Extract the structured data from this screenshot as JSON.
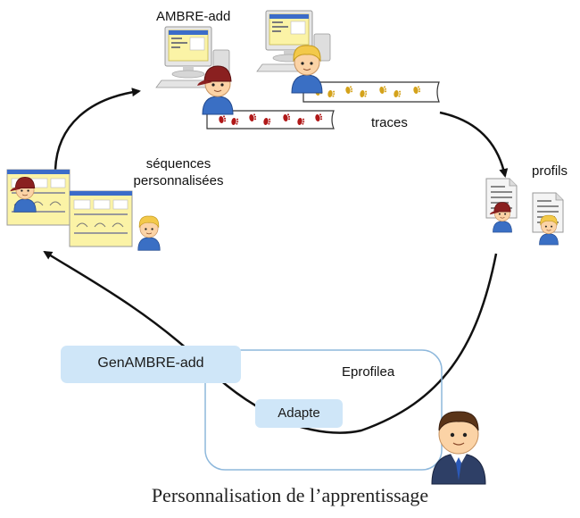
{
  "nodes": {
    "ambre_add": "AMBRE-add",
    "traces": "traces",
    "profils": "profils",
    "sequences_line1": "séquences",
    "sequences_line2": "personnalisées",
    "genambre_add": "GenAMBRE-add",
    "eprofilea": "Eprofilea",
    "adapte": "Adapte"
  },
  "caption": "Personnalisation de l’apprentissage",
  "colors": {
    "box_fill": "#cfe6f8",
    "container_border": "#8eb8dc",
    "arrow": "#111111",
    "footprint_red": "#b01818",
    "footprint_gold": "#d4a21a",
    "window_yellow": "#fbf3a6",
    "shirt_blue": "#3a6fc4",
    "cap_red": "#8a2020",
    "hair_blond": "#f3c94a",
    "hair_brown": "#5a3418"
  },
  "icons": [
    "computer-icon",
    "student-avatar-icon",
    "footprint-trail-icon",
    "profile-document-icon",
    "teacher-avatar-icon",
    "sequence-window-icon"
  ]
}
